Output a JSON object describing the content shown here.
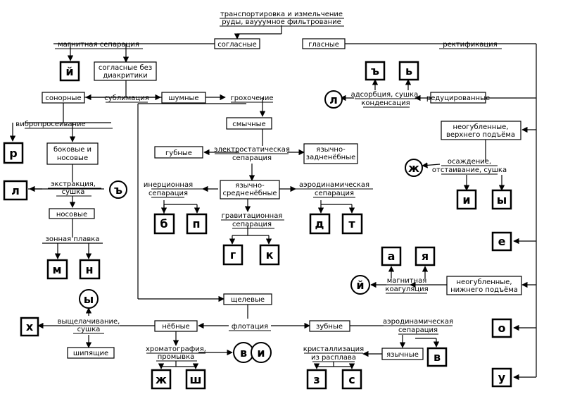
{
  "process": {
    "top": [
      "транспортировка и измельчение",
      "руды, ваууумное фильтрование"
    ],
    "magnetic": "магнитная сепарация",
    "rect": "ректификация",
    "subl": "сублимация",
    "groh": "грохочение",
    "adsorp": [
      "адсорбция, сушка,",
      "конденсация"
    ],
    "vibro": "вибропросеивание",
    "electro": [
      "электростатическая",
      "сепарация"
    ],
    "osazh": [
      "осаждение,",
      "отстаивание, сушка"
    ],
    "extr": [
      "экстракция,",
      "сушка"
    ],
    "inerc": [
      "инерционная",
      "сепарация"
    ],
    "aero1": [
      "аэродинамическая",
      "сепарация"
    ],
    "grav": [
      "гравитационная",
      "сепарация"
    ],
    "zone": "зонная плавка",
    "magcoag": [
      "магнитная",
      "коагуляция"
    ],
    "leach": [
      "выщелачивание,",
      "сушка"
    ],
    "flot": "флотация",
    "aero2": [
      "аэродинамическая",
      "сепарация"
    ],
    "chrom": [
      "хроматография,",
      "промывка"
    ],
    "cryst": [
      "кристаллизация",
      "из расплава"
    ]
  },
  "boxes": {
    "soglasnye": "согласные",
    "glasnye": "гласные",
    "soglasnye_bez": [
      "согласные без",
      "диакритики"
    ],
    "sonornye": "сонорные",
    "shumnye": "шумные",
    "reduc": "редуцированные",
    "smychnye": "смычные",
    "neogub_verh": [
      "неогубленные,",
      "верхнего подъёма"
    ],
    "bokovye": [
      "боковые и",
      "носовые"
    ],
    "gubnye": "губные",
    "yazych_zadn": [
      "язычно-",
      "задненёбные"
    ],
    "yazych_sred": [
      "язычно-",
      "средненёбные"
    ],
    "nosovye": "носовые",
    "neogub_nizh": [
      "неогубленные,",
      "нижнего подъёма"
    ],
    "shchelevye": "щелевые",
    "nebnye": "нёбные",
    "zubnye": "зубные",
    "shipyashchie": "шипящие",
    "yazychnye": "язычные"
  },
  "letters": {
    "y_short": "й",
    "hard": "ъ",
    "soft": "ь",
    "l1": "л",
    "r": "р",
    "zh1": "ж",
    "l2": "л",
    "hard2": "ъ",
    "b": "б",
    "p": "п",
    "d": "д",
    "t": "т",
    "i": "и",
    "y": "ы",
    "g": "г",
    "k": "к",
    "e": "е",
    "m": "м",
    "n": "н",
    "a": "а",
    "ya": "я",
    "y_short2": "й",
    "y2": "ы",
    "kh": "х",
    "o": "о",
    "v1": "в",
    "i2": "и",
    "v2": "в",
    "zh2": "ж",
    "sh": "ш",
    "z": "з",
    "s": "с",
    "u": "у"
  }
}
